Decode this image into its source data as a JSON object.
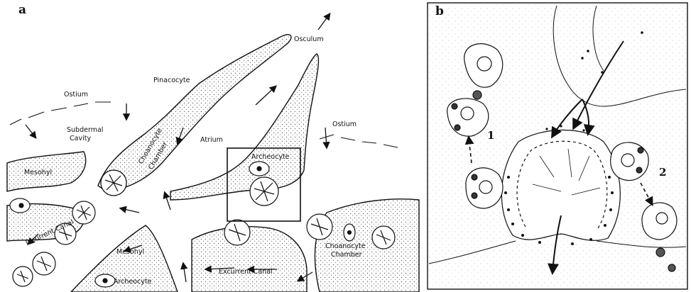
{
  "panels": {
    "a": {
      "letter": "a",
      "labels": {
        "osculum": "Osculum",
        "pinacocyte": "Pinacocyte",
        "ostium_left": "Ostium",
        "ostium_right": "Ostium",
        "subdermal_1": "Subdermal",
        "subdermal_2": "Cavity",
        "atrium": "Atrium",
        "archeocyte_top": "Archeocyte",
        "mesohyl_top": "Mesohyl",
        "choano_top_1": "Choanocyte",
        "choano_top_2": "Chamber",
        "incurrent": "Incurrent Canal",
        "mesohyl_bottom": "Mesohyl",
        "archeocyte_bottom": "Archeocyte",
        "excurrent": "Excurrent Canal",
        "choano_bottom_1": "Choanocyte",
        "choano_bottom_2": "Chamber"
      }
    },
    "b": {
      "letter": "b",
      "labels": {
        "one": "1",
        "two": "2"
      }
    }
  }
}
